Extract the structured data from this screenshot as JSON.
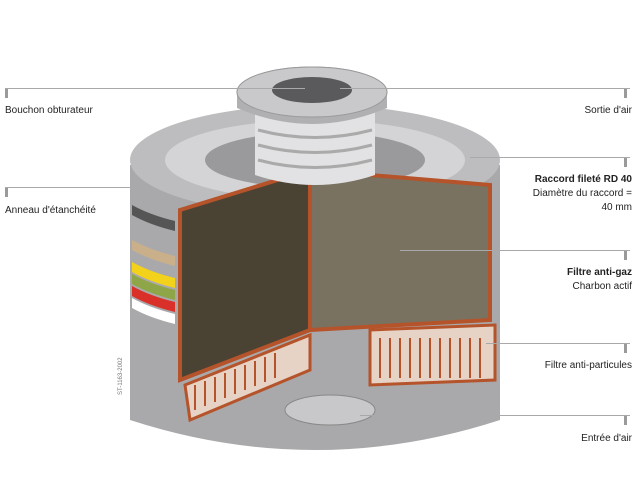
{
  "labels": {
    "bouchon": "Bouchon obturateur",
    "anneau": "Anneau d'étanchéité",
    "sortie": "Sortie d'air",
    "raccord_title": "Raccord fileté RD 40",
    "raccord_desc1": "Diamètre du raccord =",
    "raccord_desc2": "40 mm",
    "filtre_gaz_title": "Filtre anti-gaz",
    "filtre_gaz_desc": "Charbon actif",
    "filtre_particules": "Filtre anti-particules",
    "entree": "Entrée d'air"
  },
  "figure_code": "ST-1163-2002",
  "colors": {
    "casing": "#a9a9ab",
    "copper": "#b5532b",
    "carbon_front": "#4a4334",
    "carbon_back": "#7a7260",
    "band_tan": "#c9b08a",
    "band_yellow": "#f2d21a",
    "band_green": "#8fa648",
    "band_red": "#d9302a"
  }
}
